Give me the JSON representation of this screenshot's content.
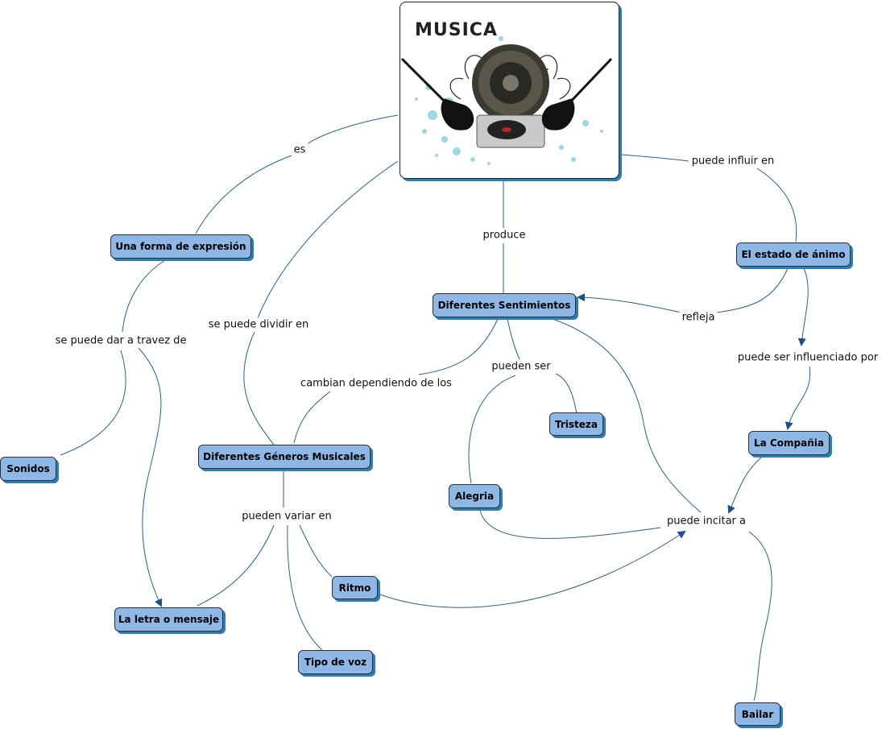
{
  "root": {
    "title": "MUSICA"
  },
  "nodes": {
    "una_forma": "Una forma de expresión",
    "estado_animo": "El estado de ánimo",
    "sentimientos": "Diferentes Sentimientos",
    "generos": "Diferentes Géneros Musicales",
    "sonidos": "Sonidos",
    "tristeza": "Tristeza",
    "compania": "La Compañia",
    "alegria": "Alegria",
    "ritmo": "Ritmo",
    "letra": "La letra o mensaje",
    "tipo_voz": "Tipo de voz",
    "bailar": "Bailar"
  },
  "links": {
    "es": "es",
    "puede_influir": "puede influir en",
    "produce": "produce",
    "refleja": "refleja",
    "dividir": "se puede dividir en",
    "dar_travez": "se puede dar a travez de",
    "influenciado": "puede ser influenciado por",
    "pueden_ser": "pueden ser",
    "cambian": "cambian dependiendo de los",
    "variar": "pueden variar en",
    "incitar": "puede incitar a"
  },
  "colors": {
    "node_fill": "#8fb7e6",
    "node_shadow": "#2a7fb4",
    "line": "#2f5f86"
  }
}
